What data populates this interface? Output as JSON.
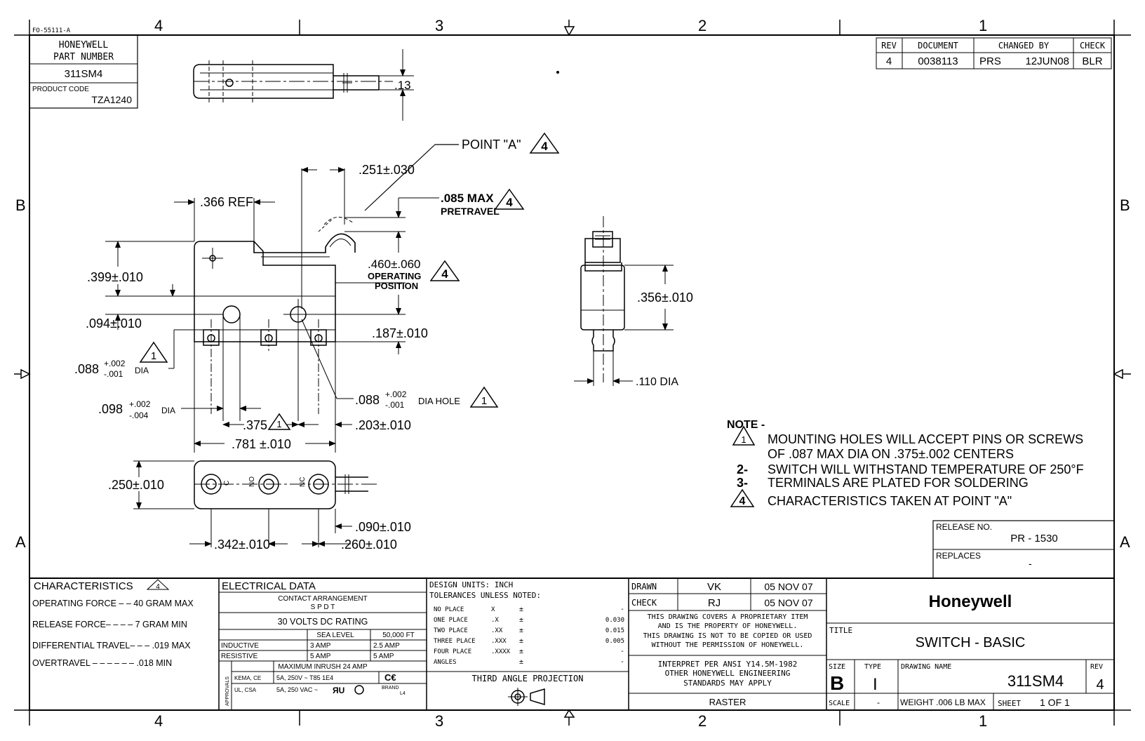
{
  "form_id": "FO-55111-A",
  "zones": {
    "top": [
      "4",
      "3",
      "2",
      "1"
    ],
    "bottom": [
      "4",
      "3",
      "2",
      "1"
    ],
    "left": [
      "B",
      "A"
    ],
    "right": [
      "B",
      "A"
    ]
  },
  "part": {
    "label_line1": "HONEYWELL",
    "label_line2": "PART NUMBER",
    "number": "311SM4",
    "product_code_label": "PRODUCT CODE",
    "product_code": "TZA1240"
  },
  "revision_block": {
    "headers": [
      "REV",
      "DOCUMENT",
      "CHANGED BY",
      "CHECK"
    ],
    "row": {
      "rev": "4",
      "document": "0038113",
      "by": "PRS",
      "date": "12JUN08",
      "check": "BLR"
    }
  },
  "dims": {
    "d_013": ".13",
    "point_a": "POINT \"A\"",
    "d_251": ".251±.030",
    "d_366": ".366 REF",
    "d_085": ".085 MAX",
    "pretravel": "PRETRAVEL",
    "d_460": ".460±.060",
    "operating": "OPERATING",
    "position": "POSITION",
    "d_399": ".399±.010",
    "d_094": ".094±.010",
    "d_187": ".187±.010",
    "d_088a": ".088",
    "d_088a_tol_plus": "+.002",
    "d_088a_tol_minus": "-.001",
    "d_088a_sfx": "DIA",
    "d_088b": ".088",
    "d_088b_tol_plus": "+.002",
    "d_088b_tol_minus": "-.001",
    "d_088b_sfx": "DIA HOLE",
    "d_098": ".098",
    "d_098_tol_plus": "+.002",
    "d_098_tol_minus": "-.004",
    "d_098_sfx": "DIA",
    "d_375": ".375",
    "d_203": ".203±.010",
    "d_781": ".781 ±.010",
    "d_250": ".250±.010",
    "d_090": ".090±.010",
    "d_342": ".342±.010",
    "d_260": ".260±.010",
    "d_356": ".356±.010",
    "d_110": ".110 DIA",
    "term_c": "C",
    "term_no": "NO",
    "term_nc": "NC"
  },
  "notes": {
    "heading": "NOTE -",
    "n1a": "MOUNTING HOLES WILL ACCEPT PINS OR SCREWS",
    "n1b": "OF .087 MAX DIA ON .375±.002 CENTERS",
    "n2_num": "2-",
    "n2": "SWITCH WILL WITHSTAND TEMPERATURE OF 250°F",
    "n3_num": "3-",
    "n3": "TERMINALS ARE PLATED FOR SOLDERING",
    "n4": "CHARACTERISTICS TAKEN AT POINT \"A\""
  },
  "release": {
    "label": "RELEASE NO.",
    "value": "PR - 1530",
    "replaces_label": "REPLACES",
    "replaces": "-"
  },
  "characteristics": {
    "title": "CHARACTERISTICS",
    "rows": [
      {
        "label": "OPERATING FORCE – – 40  GRAM  MAX"
      },
      {
        "label": "RELEASE FORCE– – – – 7  GRAM  MIN"
      },
      {
        "label": "DIFFERENTIAL TRAVEL– – – .019 MAX"
      },
      {
        "label": "OVERTRAVEL – – – – – –  .018  MIN"
      }
    ]
  },
  "electrical": {
    "title": "ELECTRICAL DATA",
    "contact_arrangement": "CONTACT ARRANGEMENT",
    "spdt": "S P D T",
    "dc_rating": "30 VOLTS DC RATING",
    "sea_level": "SEA LEVEL",
    "ft": "50,000 FT",
    "inductive": "INDUCTIVE",
    "ind_sl": "3 AMP",
    "ind_ft": "2.5 AMP",
    "resistive": "RESISTIVE",
    "res_sl": "5 AMP",
    "res_ft": "5 AMP",
    "inrush": "MAXIMUM INRUSH   24 AMP",
    "approvals": "APPROVALS",
    "kema": "KEMA, CE",
    "kema_val": "5A, 250V ~ T85 1E4",
    "ul": "UL, CSA",
    "ul_val": "5A, 250 VAC ~",
    "brand": "BRAND",
    "brand_val": "L4"
  },
  "design": {
    "units": "DESIGN UNITS:  INCH",
    "tol": "TOLERANCES UNLESS NOTED:",
    "rows": [
      {
        "name": "NO PLACE",
        "fmt": "X",
        "pm": "±",
        "val": "-"
      },
      {
        "name": "ONE PLACE",
        "fmt": ".X",
        "pm": "±",
        "val": "0.030"
      },
      {
        "name": "TWO PLACE",
        "fmt": ".XX",
        "pm": "±",
        "val": "0.015"
      },
      {
        "name": "THREE PLACE",
        "fmt": ".XXX",
        "pm": "±",
        "val": "0.005"
      },
      {
        "name": "FOUR PLACE",
        "fmt": ".XXXX",
        "pm": "±",
        "val": "-"
      },
      {
        "name": "ANGLES",
        "fmt": "",
        "pm": "±",
        "val": "-"
      }
    ],
    "projection": "THIRD  ANGLE  PROJECTION"
  },
  "approval": {
    "drawn_label": "DRAWN",
    "drawn_by": "VK",
    "drawn_date": "05 NOV 07",
    "check_label": "CHECK",
    "check_by": "RJ",
    "check_date": "05 NOV 07",
    "prop1": "THIS DRAWING COVERS A PROPRIETARY ITEM",
    "prop2": "AND IS THE PROPERTY OF HONEYWELL.",
    "prop3": "THIS DRAWING IS NOT TO BE COPIED OR USED",
    "prop4": "WITHOUT THE PERMISSION OF HONEYWELL.",
    "interp1": "INTERPRET PER ANSI Y14.5M-1982",
    "interp2": "OTHER HONEYWELL ENGINEERING",
    "interp3": "STANDARDS MAY APPLY",
    "raster": "RASTER"
  },
  "title_block": {
    "brand": "Honeywell",
    "title_label": "TITLE",
    "title": "SWITCH - BASIC",
    "size_label": "SIZE",
    "size": "B",
    "type_label": "TYPE",
    "type": "I",
    "dwg_name_label": "DRAWING NAME",
    "dwg_name": "311SM4",
    "rev_label": "REV",
    "rev": "4",
    "scale_label": "SCALE",
    "scale": "-",
    "weight": "WEIGHT .006 LB MAX",
    "sheet_label": "SHEET",
    "sheet": "1 OF 1"
  }
}
